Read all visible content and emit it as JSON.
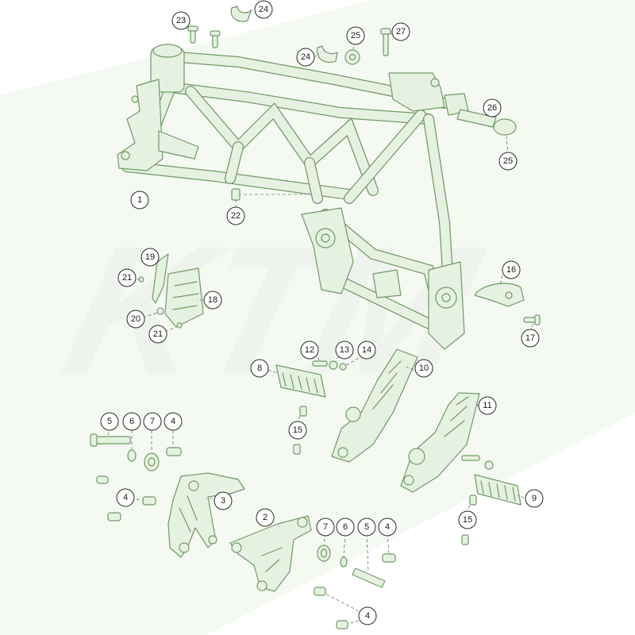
{
  "colors": {
    "part_fill": "#e6f2e1",
    "part_stroke": "#6f9a66",
    "watermark": "#eef3ee",
    "background_band": "#f1f8ee"
  },
  "watermark_text": "KTM",
  "callouts": [
    {
      "id": "c1",
      "label": "1"
    },
    {
      "id": "c2",
      "label": "2"
    },
    {
      "id": "c3",
      "label": "3"
    },
    {
      "id": "c4a",
      "label": "4"
    },
    {
      "id": "c4b",
      "label": "4"
    },
    {
      "id": "c4c",
      "label": "4"
    },
    {
      "id": "c4d",
      "label": "4"
    },
    {
      "id": "c5a",
      "label": "5"
    },
    {
      "id": "c5b",
      "label": "5"
    },
    {
      "id": "c6a",
      "label": "6"
    },
    {
      "id": "c6b",
      "label": "6"
    },
    {
      "id": "c7a",
      "label": "7"
    },
    {
      "id": "c7b",
      "label": "7"
    },
    {
      "id": "c8",
      "label": "8"
    },
    {
      "id": "c9",
      "label": "9"
    },
    {
      "id": "c10",
      "label": "10"
    },
    {
      "id": "c11",
      "label": "11"
    },
    {
      "id": "c12",
      "label": "12"
    },
    {
      "id": "c13",
      "label": "13"
    },
    {
      "id": "c14",
      "label": "14"
    },
    {
      "id": "c15a",
      "label": "15"
    },
    {
      "id": "c15b",
      "label": "15"
    },
    {
      "id": "c16",
      "label": "16"
    },
    {
      "id": "c17",
      "label": "17"
    },
    {
      "id": "c18",
      "label": "18"
    },
    {
      "id": "c19",
      "label": "19"
    },
    {
      "id": "c20",
      "label": "20"
    },
    {
      "id": "c21a",
      "label": "21"
    },
    {
      "id": "c21b",
      "label": "21"
    },
    {
      "id": "c22",
      "label": "22"
    },
    {
      "id": "c23",
      "label": "23"
    },
    {
      "id": "c24a",
      "label": "24"
    },
    {
      "id": "c24b",
      "label": "24"
    },
    {
      "id": "c25a",
      "label": "25"
    },
    {
      "id": "c25b",
      "label": "25"
    },
    {
      "id": "c26",
      "label": "26"
    },
    {
      "id": "c27",
      "label": "27"
    }
  ]
}
